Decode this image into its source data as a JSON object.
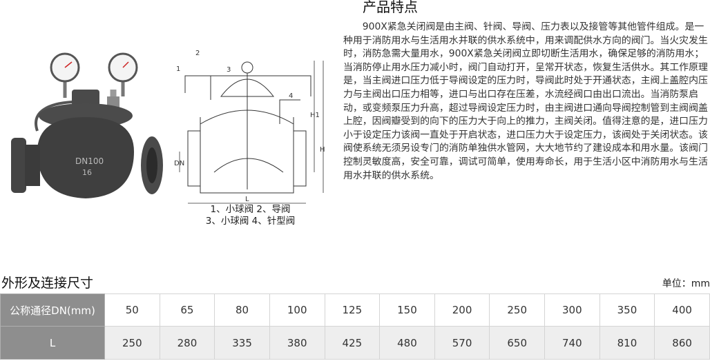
{
  "features": {
    "title": "产品特点",
    "body": "900X紧急关闭阀是由主阀、针阀、导阀、压力表以及接管等其他管件组成。是一种用于消防用水与生活用水并联的供水系统中，用来调配供水方向的阀门。当火灾发生时，消防急需大量用水，900X紧急关闭阀立即切断生活用水，确保足够的消防用水；当消防停止用水压力减小时，阀门自动打开，呈常开状态，恢复生活供水。其工作原理是，当主阀进口压力低于导阀设定的压力时，导阀此时处于开通状态，主阀上盖腔内压力与主阀出口压力相等，进口与出口存在压差，水流经阀口由出口流出。当消防泵启动，或变频泵压力升高，超过导阀设定压力时，由主阀进口通向导阀控制管到主阀阀盖上腔，因阀瓣受到的向下的压力大于向上的推力，主阀关闭。值得注意的是，进口压力小于设定压力该阀一直处于开启状态，进口压力大于设定压力，该阀处于关闭状态。该阀使系统无须另设专门的消防单独供水管网，大大地节约了建设成本和用水量。该阀门控制灵敏度高，安全可靠，调试可简单，使用寿命长，用于生活小区中消防用水与生活用水并联的供水系统。"
  },
  "photo": {
    "body_marking_1": "DN100",
    "body_marking_2": "16"
  },
  "drawing": {
    "callouts": [
      "1",
      "2",
      "3",
      "4"
    ],
    "dim_labels": {
      "h1": "H1",
      "h": "H",
      "dn": "DN",
      "l": "L"
    },
    "caption_line1": "1、小球阀 2、导阀",
    "caption_line2": "3、小球阀 4、针型阀"
  },
  "dimensions": {
    "title": "外形及连接尺寸",
    "unit": "单位：mm",
    "header_label": "公称通径DN(mm)",
    "dn_values": [
      "50",
      "65",
      "80",
      "100",
      "125",
      "150",
      "200",
      "250",
      "300",
      "350",
      "400"
    ],
    "l_label": "L",
    "l_values": [
      "250",
      "280",
      "335",
      "380",
      "425",
      "480",
      "570",
      "650",
      "740",
      "810",
      "860"
    ]
  }
}
